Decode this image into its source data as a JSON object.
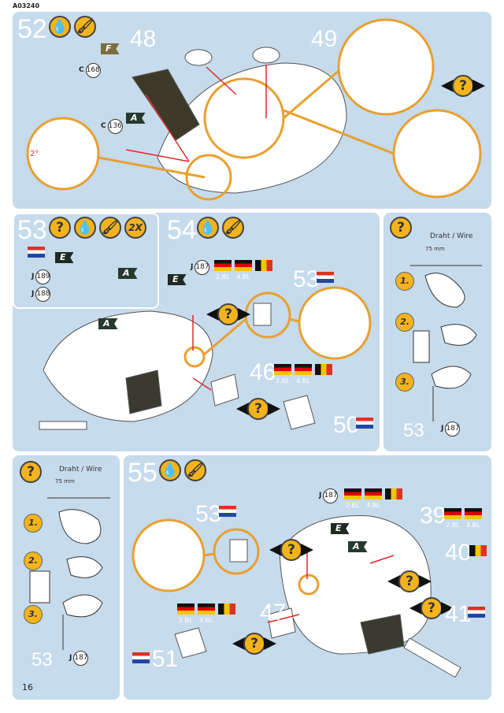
{
  "document_code": "A03240",
  "page_number": "16",
  "step52": {
    "number": "52",
    "icons": [
      "glue-icon",
      "paint-icon"
    ],
    "callouts": [
      "48",
      "49"
    ],
    "tags": [
      "F",
      "A"
    ],
    "refs": [
      {
        "letter": "C",
        "num": "168"
      },
      {
        "letter": "C",
        "num": "136"
      }
    ],
    "angle": "2°",
    "help": "?"
  },
  "step53": {
    "number": "53",
    "icons": [
      "?",
      "glue-icon",
      "paint-icon",
      "2X"
    ],
    "flag": "nl",
    "tags": [
      "E",
      "A"
    ],
    "refs": [
      {
        "letter": "J",
        "num": "189"
      },
      {
        "letter": "J",
        "num": "188"
      }
    ]
  },
  "step54": {
    "number": "54",
    "icons": [
      "glue-icon",
      "paint-icon"
    ],
    "ref": {
      "letter": "J",
      "num": "187"
    },
    "flag_bl_1": "2.BL",
    "flag_bl_2": "4.BL",
    "callouts": [
      "53",
      "46",
      "50"
    ],
    "tags": [
      "E",
      "A"
    ],
    "help": "?"
  },
  "wire_panel": {
    "help": "?",
    "title": "Draht / Wire",
    "length": "75 mm",
    "steps": [
      "1.",
      "2.",
      "3."
    ],
    "part": "53",
    "ref": {
      "letter": "J",
      "num": "187"
    }
  },
  "step55": {
    "number": "55",
    "icons": [
      "glue-icon",
      "paint-icon"
    ],
    "ref": {
      "letter": "J",
      "num": "187"
    },
    "flag_bl_1": "2.BL",
    "flag_bl_2": "4.BL",
    "callouts": [
      "53",
      "39",
      "40",
      "47",
      "41",
      "51"
    ],
    "tags": [
      "E",
      "A"
    ],
    "help": "?"
  },
  "colors": {
    "panel": "#c6dbec",
    "accent": "#f2b31d",
    "arrow": "#e0282a",
    "zoom_ring": "#e8a030"
  }
}
